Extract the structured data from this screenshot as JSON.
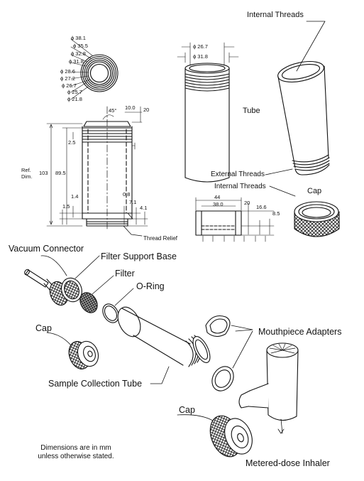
{
  "labels": {
    "internal_threads_top": "Internal Threads",
    "tube": "Tube",
    "external_threads": "External Threads",
    "internal_threads_cap": "Internal Threads",
    "cap_top": "Cap",
    "thread_relief": "Thread Relief",
    "vacuum_connector": "Vacuum Connector",
    "filter_support_base": "Filter Support Base",
    "filter": "Filter",
    "o_ring": "O-Ring",
    "cap_left": "Cap",
    "mouthpiece_adapters": "Mouthpiece Adapters",
    "sample_collection_tube": "Sample Collection Tube",
    "cap_bottom": "Cap",
    "metered_dose_inhaler": "Metered-dose Inhaler"
  },
  "note": {
    "line1": "Dimensions are in mm",
    "line2": "unless otherwise stated."
  },
  "dims": {
    "ring": [
      "ϕ 38.1",
      "ϕ 35.5",
      "ϕ 32.8",
      "ϕ 31.8",
      "ϕ 28.6",
      "ϕ 27.2",
      "ϕ 26.7",
      "ϕ 25.7",
      "ϕ 21.8"
    ],
    "angle": "45°",
    "d10": "10.0",
    "d20": "20",
    "d2_5": "2.5",
    "ref_dim_1": "Ref.",
    "ref_dim_2": "Dim.",
    "d103": "103",
    "d89_5": "89.5",
    "d1_4": "1.4",
    "d1_5": "1.5",
    "d0_8": "0.8",
    "d7_1": "7.1",
    "d4_1": "4.1",
    "tube_d26_7": "ϕ 26.7",
    "tube_d31_8": "ϕ 31.8",
    "cap_44": "44",
    "cap_38": "38.0",
    "cap_20": "20",
    "cap_16_6": "16.6",
    "cap_8_5": "8.5"
  },
  "colors": {
    "ink": "#111111",
    "paper": "#ffffff",
    "shade": "#555555"
  }
}
